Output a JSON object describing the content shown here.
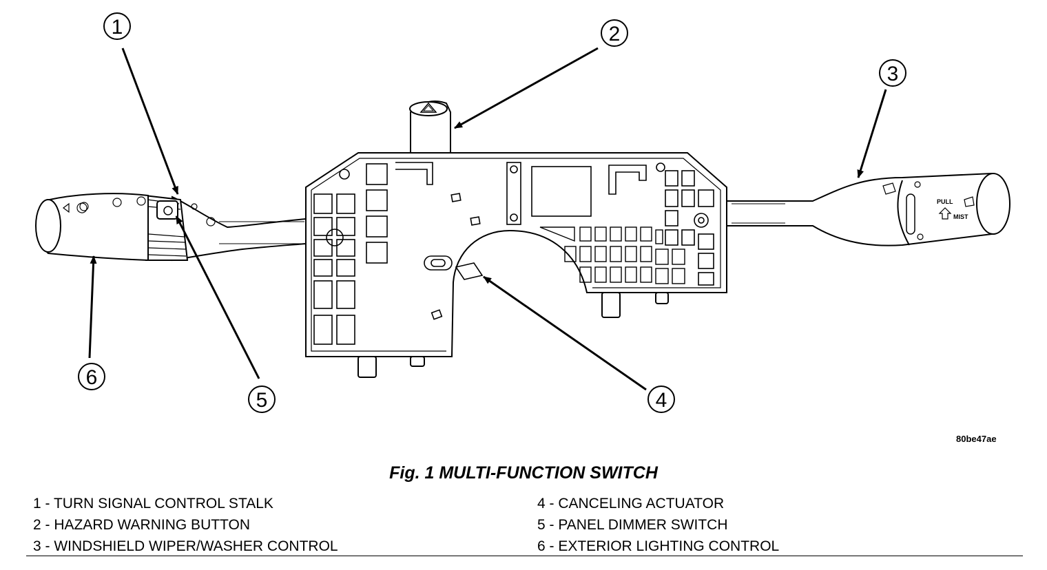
{
  "figure": {
    "code": "80be47ae",
    "title": "Fig. 1 MULTI-FUNCTION SWITCH"
  },
  "callouts": [
    "1",
    "2",
    "3",
    "4",
    "5",
    "6"
  ],
  "stalk_labels": {
    "pull": "PULL",
    "mist": "MIST"
  },
  "legend": {
    "items": [
      "1 - TURN SIGNAL CONTROL STALK",
      "2 - HAZARD WARNING BUTTON",
      "3 - WINDSHIELD WIPER/WASHER CONTROL",
      "4 - CANCELING ACTUATOR",
      "5 - PANEL DIMMER SWITCH",
      "6 - EXTERIOR LIGHTING CONTROL"
    ]
  }
}
